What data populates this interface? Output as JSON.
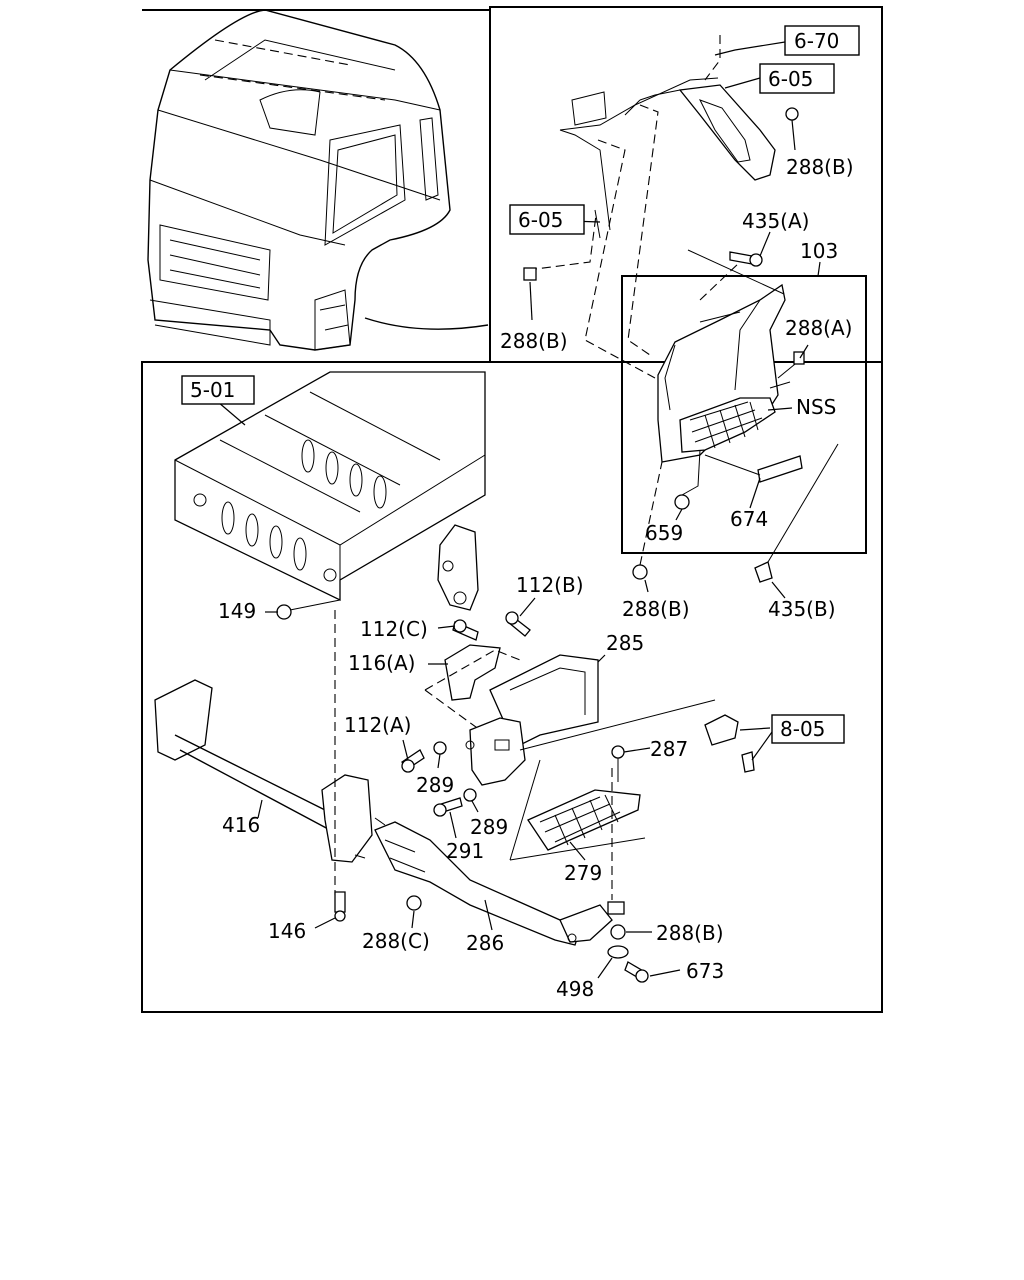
{
  "callouts": {
    "ref_6_70": "6-70",
    "ref_6_05_top": "6-05",
    "ref_6_05_left": "6-05",
    "ref_5_01": "5-01",
    "ref_8_05": "8-05",
    "p288b_top": "288(B)",
    "p435a": "435(A)",
    "p103": "103",
    "p288a": "288(A)",
    "nss": "NSS",
    "p288b_left": "288(B)",
    "p674": "674",
    "p659": "659",
    "p288b_mid": "288(B)",
    "p435b": "435(B)",
    "p112b": "112(B)",
    "p149": "149",
    "p112c": "112(C)",
    "p285": "285",
    "p116a": "116(A)",
    "p112a": "112(A)",
    "p287": "287",
    "p289_a": "289",
    "p289_b": "289",
    "p416": "416",
    "p291": "291",
    "p279": "279",
    "p146": "146",
    "p288c": "288(C)",
    "p286": "286",
    "p288b_bottom": "288(B)",
    "p673": "673",
    "p498": "498"
  }
}
